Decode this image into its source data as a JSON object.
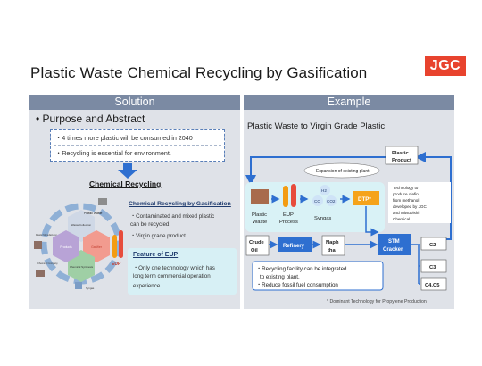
{
  "title": "Plastic Waste Chemical Recycling by Gasification",
  "logo": "JGC",
  "left": {
    "header": "Solution",
    "purpose": "• Purpose and Abstract",
    "points": [
      "・4 times more plastic will be consumed in 2040",
      "・Recycling is essential for environment."
    ],
    "chem_heading": "Chemical Recycling",
    "cycle": {
      "labels": [
        "Plastic Waste",
        "Waste Collection",
        "Gasifier",
        "Chemical Synthesis",
        "Products",
        "Plastic Manufacturer",
        "Chemical Company",
        "Syngas",
        "EUP"
      ]
    },
    "gas_heading": "Chemical Recycling by Gasification",
    "gas_lines": [
      "・Contaminated and mixed plastic",
      "can be recycled.",
      "・Virgin grade product"
    ],
    "eup_heading": "Feature of EUP",
    "eup_lines": [
      "・Only one technology which has",
      "long term commercial operation",
      "experience."
    ]
  },
  "right": {
    "header": "Example",
    "subtitle": "Plastic Waste to Virgin Grade Plastic",
    "plastic_product": [
      "Plastic",
      "Product"
    ],
    "expansion": "Expansion of existing plant",
    "plastic_waste": [
      "Plastic",
      "Waste"
    ],
    "eup_process": [
      "EUP",
      "Process"
    ],
    "syngas": "Syngas",
    "syngas_molecules": [
      "H2",
      "CO",
      "CO2"
    ],
    "dtp": "DTP*",
    "tech_note": [
      "Technology to",
      "produce olefin",
      "from methanol",
      "developed by JGC",
      "and Mitsubishi",
      "Chemical."
    ],
    "crude_oil": [
      "Crude",
      "Oil"
    ],
    "refinery": "Refinery",
    "naphtha": [
      "Naph",
      "tha"
    ],
    "stm_cracker": [
      "STM",
      "Cracker"
    ],
    "outputs": [
      "C2",
      "C3",
      "C4,C5"
    ],
    "benefits": [
      "・Recycling facility can be integrated",
      "to existing plant.",
      "・Reduce fossil fuel consumption"
    ]
  },
  "footnote": "* Dominant Technology for Propylene Production"
}
